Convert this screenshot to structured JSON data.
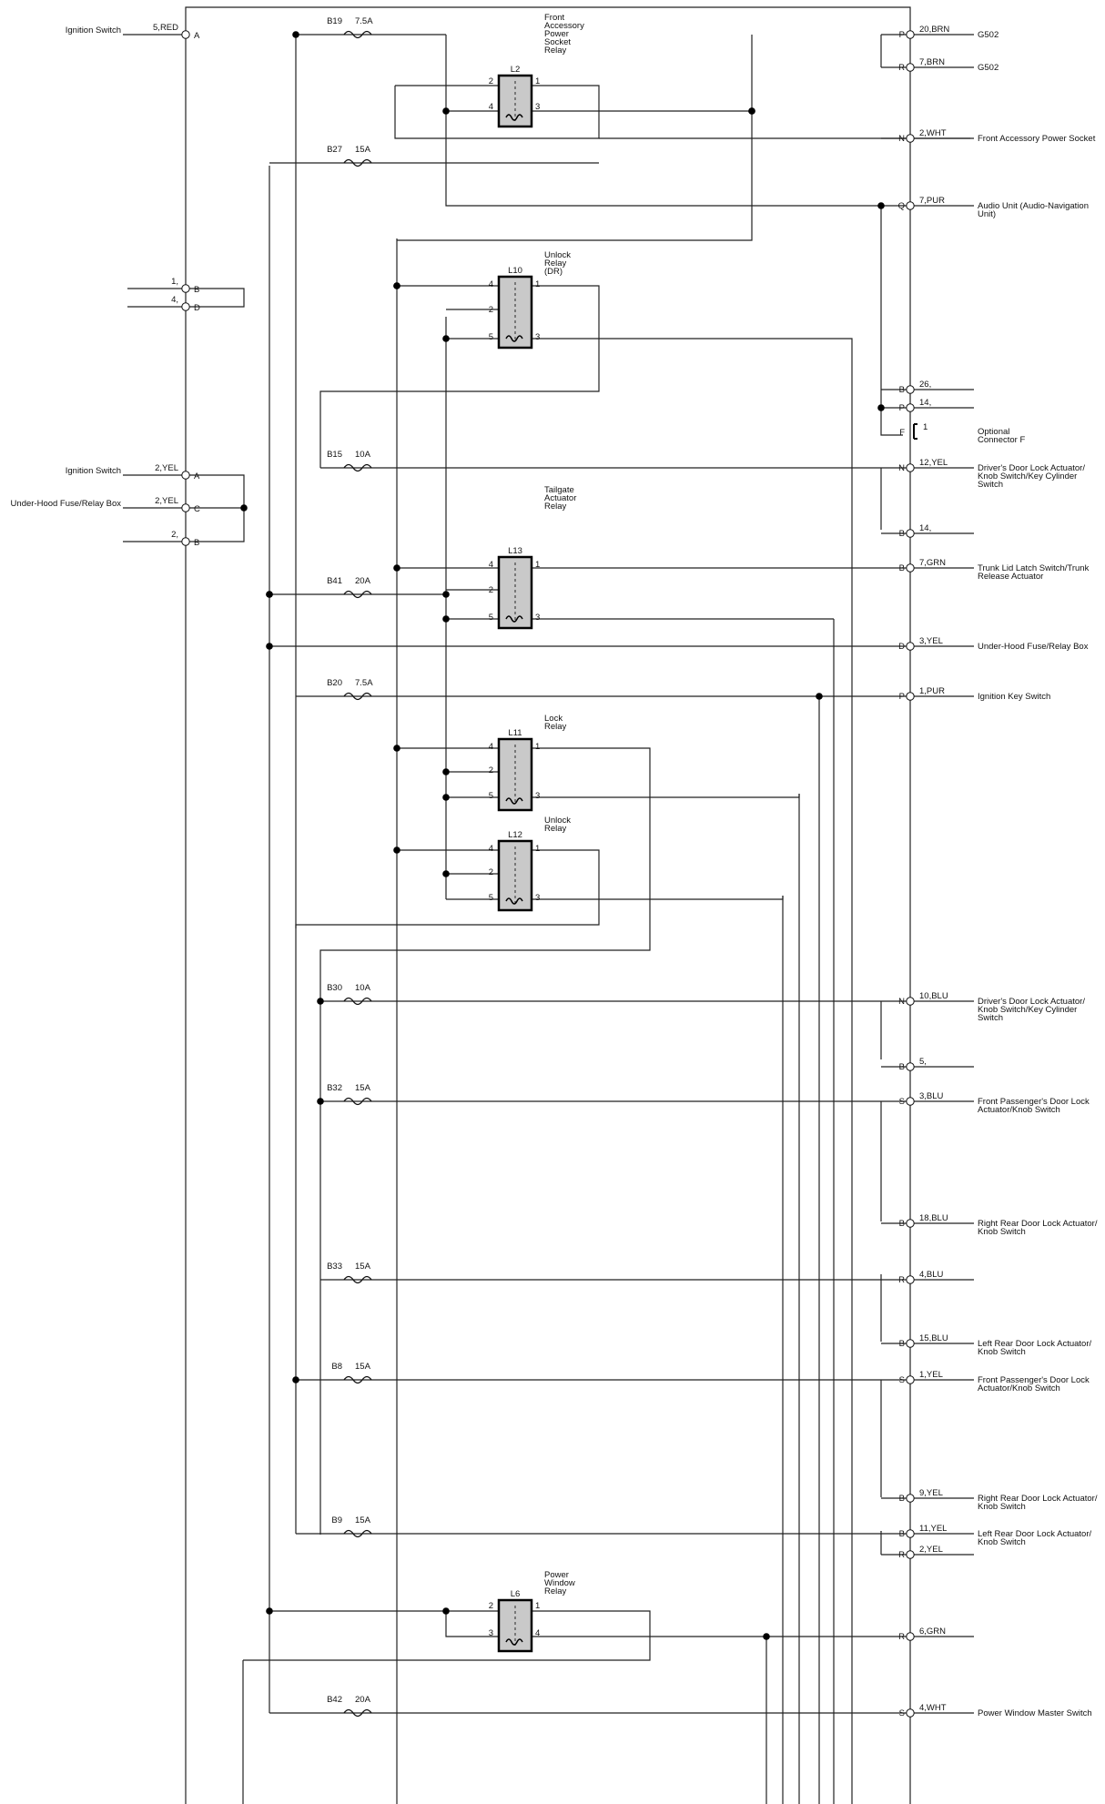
{
  "left_connectors": [
    {
      "label": "Ignition Switch",
      "wire": "5,RED",
      "pin": "A"
    },
    {
      "label": "",
      "wire": "1,",
      "pin": "B"
    },
    {
      "label": "",
      "wire": "4,",
      "pin": "D"
    },
    {
      "label": "Ignition Switch",
      "wire": "2,YEL",
      "pin": "A"
    },
    {
      "label": "Under-Hood Fuse/Relay Box",
      "wire": "2,YEL",
      "pin": "C"
    },
    {
      "label": "",
      "wire": "2,",
      "pin": "B"
    }
  ],
  "fuses": [
    {
      "id": "B19",
      "rating": "7.5A"
    },
    {
      "id": "B27",
      "rating": "15A"
    },
    {
      "id": "B15",
      "rating": "10A"
    },
    {
      "id": "B41",
      "rating": "20A"
    },
    {
      "id": "B20",
      "rating": "7.5A"
    },
    {
      "id": "B30",
      "rating": "10A"
    },
    {
      "id": "B32",
      "rating": "15A"
    },
    {
      "id": "B33",
      "rating": "15A"
    },
    {
      "id": "B8",
      "rating": "15A"
    },
    {
      "id": "B9",
      "rating": "15A"
    },
    {
      "id": "B42",
      "rating": "20A"
    }
  ],
  "relays": [
    {
      "id": "L2",
      "name": [
        "Front",
        "Accessory",
        "Power",
        "Socket",
        "Relay"
      ],
      "pins": [
        "2",
        "1",
        "4",
        "3"
      ]
    },
    {
      "id": "L10",
      "name": [
        "Unlock",
        "Relay",
        "(DR)"
      ],
      "pins": [
        "4",
        "1",
        "2",
        "5",
        "3"
      ]
    },
    {
      "id": "L13",
      "name": [
        "Tailgate",
        "Actuator",
        "Relay"
      ],
      "pins": [
        "4",
        "1",
        "2",
        "5",
        "3"
      ]
    },
    {
      "id": "L11",
      "name": [
        "Lock",
        "Relay"
      ],
      "pins": [
        "4",
        "1",
        "2",
        "5",
        "3"
      ]
    },
    {
      "id": "L12",
      "name": [
        "Unlock",
        "Relay"
      ],
      "pins": [
        "4",
        "1",
        "2",
        "5",
        "3"
      ]
    },
    {
      "id": "L6",
      "name": [
        "Power",
        "Window",
        "Relay"
      ],
      "pins": [
        "2",
        "1",
        "3",
        "4"
      ]
    }
  ],
  "right_connectors": [
    {
      "pin": "P",
      "wire": "20,BRN",
      "dest": [
        "G502"
      ]
    },
    {
      "pin": "R",
      "wire": "7,BRN",
      "dest": [
        "G502"
      ]
    },
    {
      "pin": "N",
      "wire": "2,WHT",
      "dest": [
        "Front Accessory Power Socket"
      ]
    },
    {
      "pin": "Q",
      "wire": "7,PUR",
      "dest": [
        "Audio Unit (Audio-Navigation",
        "Unit)"
      ]
    },
    {
      "pin": "B",
      "wire": "26,",
      "dest": []
    },
    {
      "pin": "P",
      "wire": "14,",
      "dest": []
    },
    {
      "pin": "F",
      "wire": "1",
      "dest": [
        "Optional",
        "Connector F"
      ]
    },
    {
      "pin": "N",
      "wire": "12,YEL",
      "dest": [
        "Driver's Door Lock Actuator/",
        "Knob Switch/Key Cylinder",
        "Switch"
      ]
    },
    {
      "pin": "B",
      "wire": "14,",
      "dest": []
    },
    {
      "pin": "B",
      "wire": "7,GRN",
      "dest": [
        "Trunk Lid Latch Switch/Trunk",
        "Release Actuator"
      ]
    },
    {
      "pin": "D",
      "wire": "3,YEL",
      "dest": [
        "Under-Hood Fuse/Relay Box"
      ]
    },
    {
      "pin": "P",
      "wire": "1,PUR",
      "dest": [
        "Ignition Key Switch"
      ]
    },
    {
      "pin": "N",
      "wire": "10,BLU",
      "dest": [
        "Driver's Door Lock Actuator/",
        "Knob Switch/Key Cylinder",
        "Switch"
      ]
    },
    {
      "pin": "B",
      "wire": "5,",
      "dest": []
    },
    {
      "pin": "S",
      "wire": "3,BLU",
      "dest": [
        "Front Passenger's Door Lock",
        "Actuator/Knob Switch"
      ]
    },
    {
      "pin": "B",
      "wire": "18,BLU",
      "dest": [
        "Right Rear Door Lock Actuator/",
        "Knob Switch"
      ]
    },
    {
      "pin": "R",
      "wire": "4,BLU",
      "dest": []
    },
    {
      "pin": "B",
      "wire": "15,BLU",
      "dest": [
        "Left Rear Door Lock Actuator/",
        "Knob Switch"
      ]
    },
    {
      "pin": "S",
      "wire": "1,YEL",
      "dest": [
        "Front Passenger's Door Lock",
        "Actuator/Knob Switch"
      ]
    },
    {
      "pin": "B",
      "wire": "9,YEL",
      "dest": [
        "Right Rear Door Lock Actuator/",
        "Knob Switch"
      ]
    },
    {
      "pin": "B",
      "wire": "11,YEL",
      "dest": [
        "Left Rear Door Lock Actuator/",
        "Knob Switch"
      ]
    },
    {
      "pin": "R",
      "wire": "2,YEL",
      "dest": []
    },
    {
      "pin": "R",
      "wire": "6,GRN",
      "dest": []
    },
    {
      "pin": "S",
      "wire": "4,WHT",
      "dest": [
        "Power Window Master Switch"
      ]
    }
  ]
}
